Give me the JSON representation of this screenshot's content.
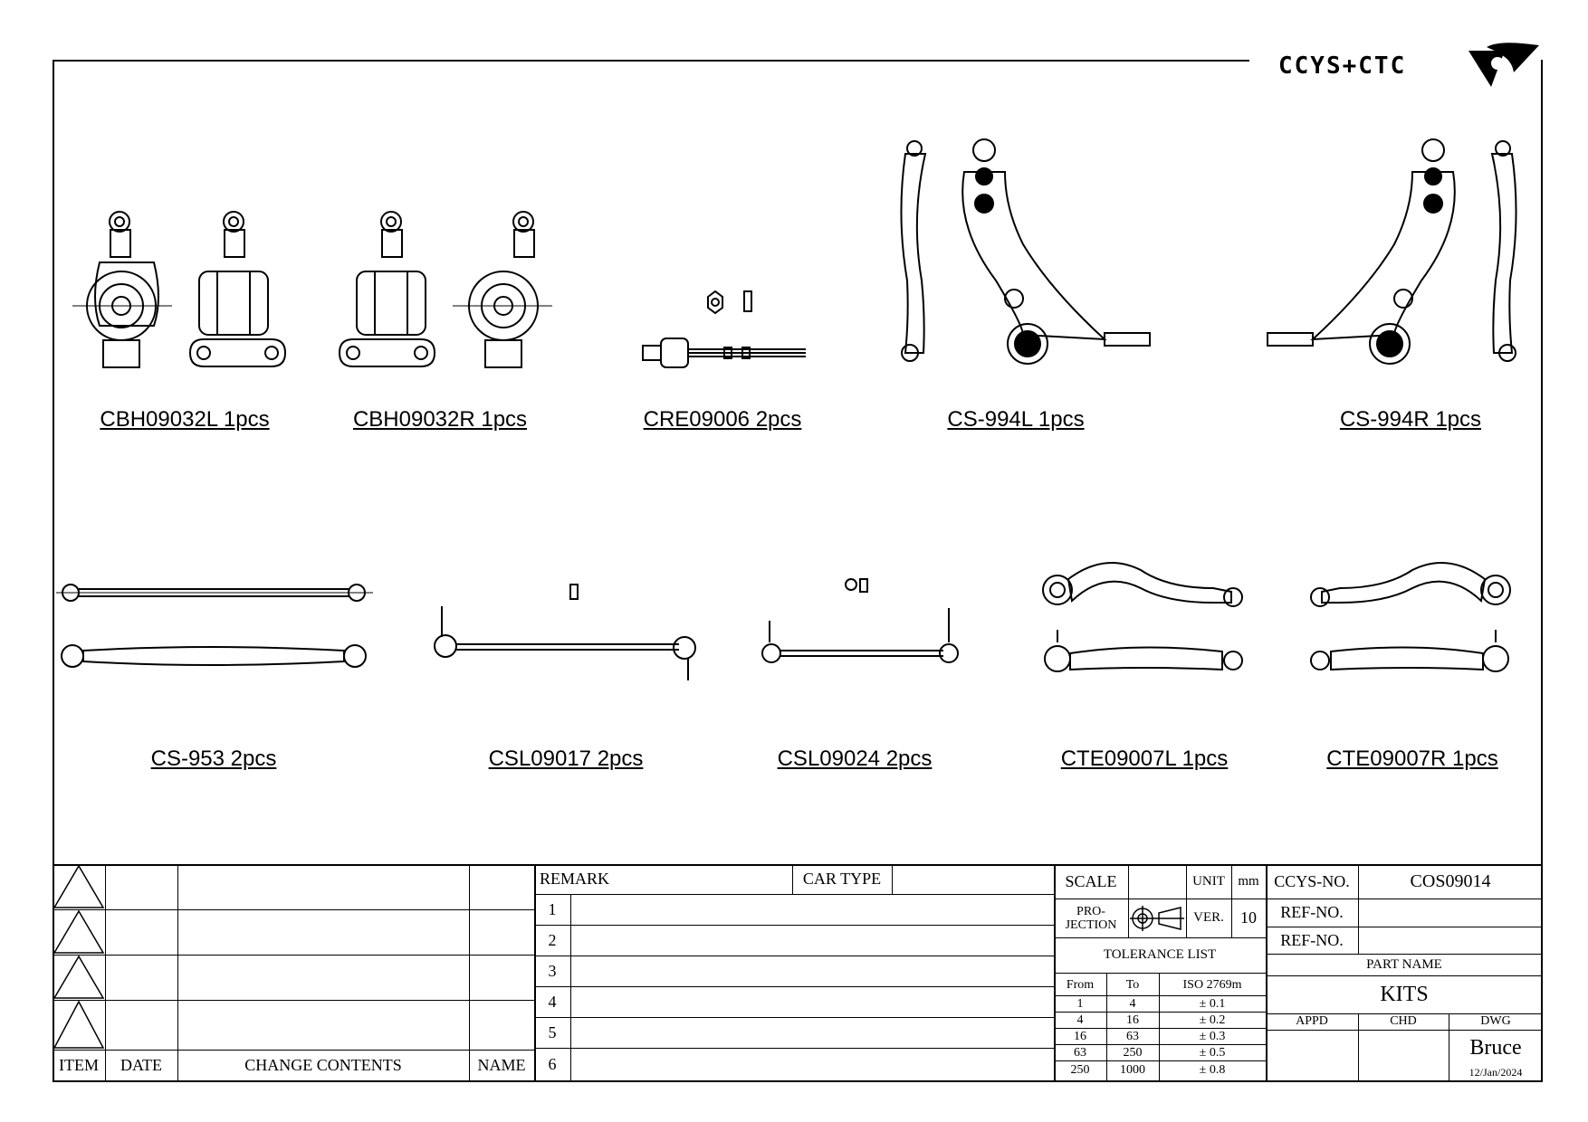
{
  "brand": {
    "logo_text": "CCYS+CTC"
  },
  "parts_row1": [
    {
      "label": "CBH09032L 1pcs"
    },
    {
      "label": "CBH09032R 1pcs"
    },
    {
      "label": "CRE09006 2pcs"
    },
    {
      "label": "CS-994L 1pcs"
    },
    {
      "label": "CS-994R 1pcs"
    }
  ],
  "parts_row2": [
    {
      "label": "CS-953 2pcs"
    },
    {
      "label": "CSL09017 2pcs"
    },
    {
      "label": "CSL09024 2pcs"
    },
    {
      "label": "CTE09007L 1pcs"
    },
    {
      "label": "CTE09007R 1pcs"
    }
  ],
  "revision_block": {
    "headers": {
      "item": "ITEM",
      "date": "DATE",
      "change": "CHANGE CONTENTS",
      "name": "NAME"
    }
  },
  "remark_block": {
    "remark": "REMARK",
    "car_type": "CAR TYPE",
    "rows": [
      "1",
      "2",
      "3",
      "4",
      "5",
      "6"
    ]
  },
  "scale_block": {
    "scale": "SCALE",
    "unit_label": "UNIT",
    "unit_value": "mm",
    "projection": "PRO-\nJECTION",
    "ver_label": "VER.",
    "ver_value": "10"
  },
  "tolerance": {
    "title": "TOLERANCE LIST",
    "headers": [
      "From",
      "To",
      "ISO 2769m"
    ],
    "rows": [
      [
        "1",
        "4",
        "± 0.1"
      ],
      [
        "4",
        "16",
        "± 0.2"
      ],
      [
        "16",
        "63",
        "± 0.3"
      ],
      [
        "63",
        "250",
        "± 0.5"
      ],
      [
        "250",
        "1000",
        "± 0.8"
      ]
    ]
  },
  "info_block": {
    "ccys_no_label": "CCYS-NO.",
    "ccys_no_value": "COS09014",
    "ref_no_label_1": "REF-NO.",
    "ref_no_label_2": "REF-NO.",
    "part_name_label": "PART NAME",
    "part_name_value": "KITS",
    "appd": "APPD",
    "chd": "CHD",
    "dwg": "DWG",
    "drawer": "Bruce",
    "date": "12/Jan/2024"
  }
}
